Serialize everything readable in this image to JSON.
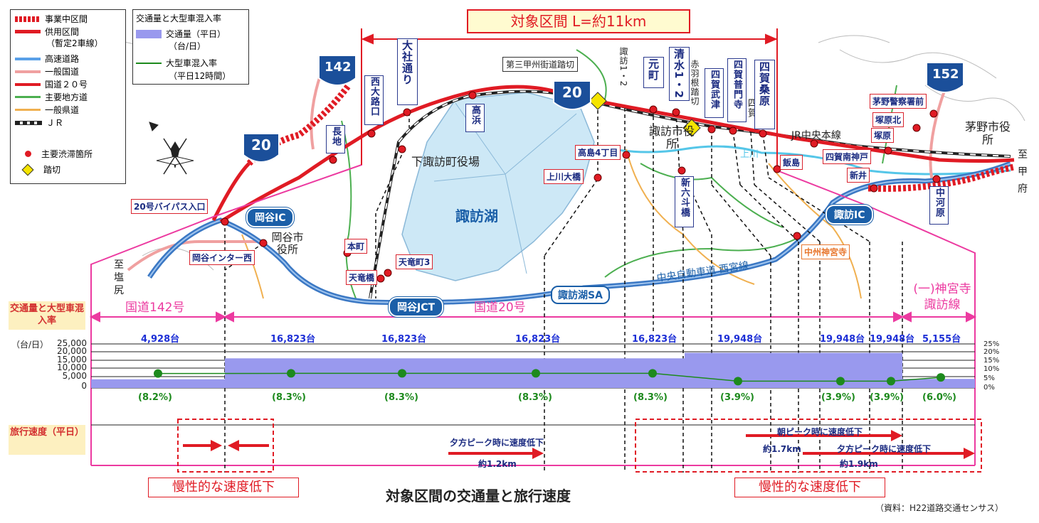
{
  "title": "対象区間 L=約11km",
  "caption": "対象区間の交通量と旅行速度",
  "source": "（資料：H22道路交通センサス）",
  "legend_roads": [
    {
      "label": "事業中区間"
    },
    {
      "label": "供用区間"
    },
    {
      "label": "（暫定2車線）"
    },
    {
      "label": "高速道路"
    },
    {
      "label": "一般国道"
    },
    {
      "label": "国道２０号"
    },
    {
      "label": "主要地方道"
    },
    {
      "label": "一般県道"
    },
    {
      "label": "ＪＲ"
    },
    {
      "label": "主要渋滞箇所"
    },
    {
      "label": "踏切"
    }
  ],
  "legend_traffic": {
    "title": "交通量と大型車混入率",
    "volume": "交通量（平日）",
    "volume_unit": "（台/日）",
    "ratio": "大型車混入率",
    "ratio_unit": "（平日12時間）"
  },
  "route_shields": [
    "142",
    "20",
    "20",
    "152"
  ],
  "places": {
    "nishi_omichi": "西大路口",
    "osha": "大社通り",
    "nagachi": "長地",
    "takahama": "高浜",
    "shimosuwa": "下諏訪町役場",
    "bypass": "20号バイパス入口",
    "okaya_ic": "岡谷IC",
    "okaya_city": "岡谷市役所",
    "okaya_inter_west": "岡谷インター西",
    "motomachi": "本町",
    "tenryucho": "天竜町3",
    "tenryukyo": "天竜橋",
    "okaya_jct": "岡谷JCT",
    "suwako": "諏訪湖",
    "suwako_sa": "諏訪湖SA",
    "crossing_3": "第三甲州街道踏切",
    "suwa_1_2": "諏訪1・2",
    "motomachi2": "元町",
    "shimizu": "清水1・2",
    "akabane": "赤羽根踏切",
    "shiga_butsu": "四賀武津",
    "shiga_fugen": "四賀普門寺",
    "shiga2": "四賀",
    "shiga_kuwa": "四賀桑原",
    "takashima": "高島4丁目",
    "suwa_city": "諏訪市役所",
    "kamikawa_bashi": "上川大橋",
    "kamikawa": "上川",
    "shin_rokuto": "新六斗橋",
    "iijima": "飯島",
    "shiga_minami": "四賀南神戸",
    "jr_chuo": "JR中央本線",
    "chino_police": "茅野警察署前",
    "tsukahara_kita": "塚原北",
    "tsukahara": "塚原",
    "chino_city": "茅野市役所",
    "arai": "新井",
    "nakagawara": "中河原",
    "suwa_ic": "諏訪IC",
    "jingu": "中州神宮寺",
    "to_kofu": "至甲府",
    "to_shiojiri": "至塩尻",
    "chuo_expressway": "中央自動車道 西宮線"
  },
  "sections": {
    "r142": "国道142号",
    "r20": "国道20号",
    "jingu_line": "(一)神宮寺諏訪線"
  },
  "row_heads": {
    "volume": "交通量と大型車混入率",
    "speed": "旅行速度（平日）"
  },
  "y_axis_unit": "（台/日）",
  "y_ticks": [
    "25,000",
    "20,000",
    "15,000",
    "10,000",
    "5,000",
    "0"
  ],
  "r_ticks": [
    "25%",
    "20%",
    "15%",
    "10%",
    "5%",
    "0%"
  ],
  "chart_data": {
    "type": "bar",
    "segments": [
      "国道142号",
      "国道20号",
      "国道20号",
      "国道20号",
      "国道20号",
      "国道20号",
      "国道20号",
      "国道20号",
      "(一)神宮寺諏訪線"
    ],
    "values": [
      4928,
      16823,
      16823,
      16823,
      16823,
      19948,
      19948,
      19948,
      5155
    ],
    "value_labels": [
      "4,928台",
      "16,823台",
      "16,823台",
      "16,823台",
      "16,823台",
      "19,948台",
      "19,948台",
      "19,948台",
      "5,155台"
    ],
    "large_vehicle_ratio": [
      8.2,
      8.3,
      8.3,
      8.3,
      8.3,
      3.9,
      3.9,
      3.9,
      6.0
    ],
    "ratio_labels": [
      "(8.2%)",
      "(8.3%)",
      "(8.3%)",
      "(8.3%)",
      "(8.3%)",
      "(3.9%)",
      "(3.9%)",
      "(3.9%)",
      "(6.0%)"
    ],
    "ylim": [
      0,
      25000
    ],
    "y2lim": [
      0,
      25
    ]
  },
  "speed": {
    "slow_label": "慢性的な速度低下",
    "evening_drop": "夕方ピーク時に速度低下",
    "morning_drop": "朝ピーク時に速度低下",
    "dist_1": "約1.2km",
    "dist_2": "約1.7km",
    "dist_3": "約1.9km"
  },
  "colors": {
    "route20": "#e01b24",
    "expressway": "#3b78c4",
    "national": "#f0a0a0",
    "prefectural_major": "#4caf50",
    "prefectural": "#f0b050",
    "lake": "#cde8f6",
    "volume_bar": "#9999ee",
    "ratio_line": "#1d8a1d",
    "pink_frame": "#ec3aa0"
  }
}
